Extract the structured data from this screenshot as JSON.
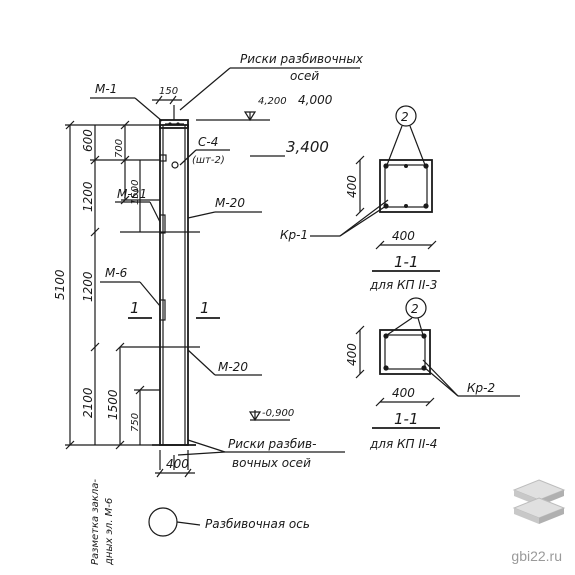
{
  "labels": {
    "m1": "М-1",
    "m21": "М-21",
    "m6": "М-6",
    "m20a": "М-20",
    "m20b": "М-20",
    "c4": "С-4",
    "c4_note": "(шт-2)",
    "axes_top_1": "Риски разбивочных",
    "axes_top_2": "осей",
    "axes_bot_1": "Риски разбив-",
    "axes_bot_2": "вочных осей",
    "elev_top": "4,200",
    "elev_top2": "4,000",
    "elev_mid": "3,400",
    "elev_bottom": "-0,900",
    "dim_150": "150",
    "dim_400_bottom": "400",
    "dim_5100": "5100",
    "dim_600": "600",
    "dim_700": "700",
    "dim_1500_top": "1500",
    "dim_1200_a": "1200",
    "dim_1200_b": "1200",
    "dim_2100": "2100",
    "dim_1500_bot": "1500",
    "dim_750": "750",
    "cut_mark_left": "1",
    "cut_mark_right": "1",
    "side_note_1": "Разметка закла-",
    "side_note_2": "дных эл. М-6",
    "legend_text": "Разбивочная ось"
  },
  "section_upper": {
    "callout": "2",
    "dim_height": "400",
    "dim_width": "400",
    "rebar_label": "Кр-1",
    "title": "1-1",
    "subtitle": "для КП II-3"
  },
  "section_lower": {
    "callout": "2",
    "dim_height": "400",
    "dim_width": "400",
    "rebar_label": "Кр-2",
    "title": "1-1",
    "subtitle": "для КП II-4"
  },
  "watermark": {
    "text": "gbi22.ru",
    "icon": "stacked-slabs-icon"
  }
}
